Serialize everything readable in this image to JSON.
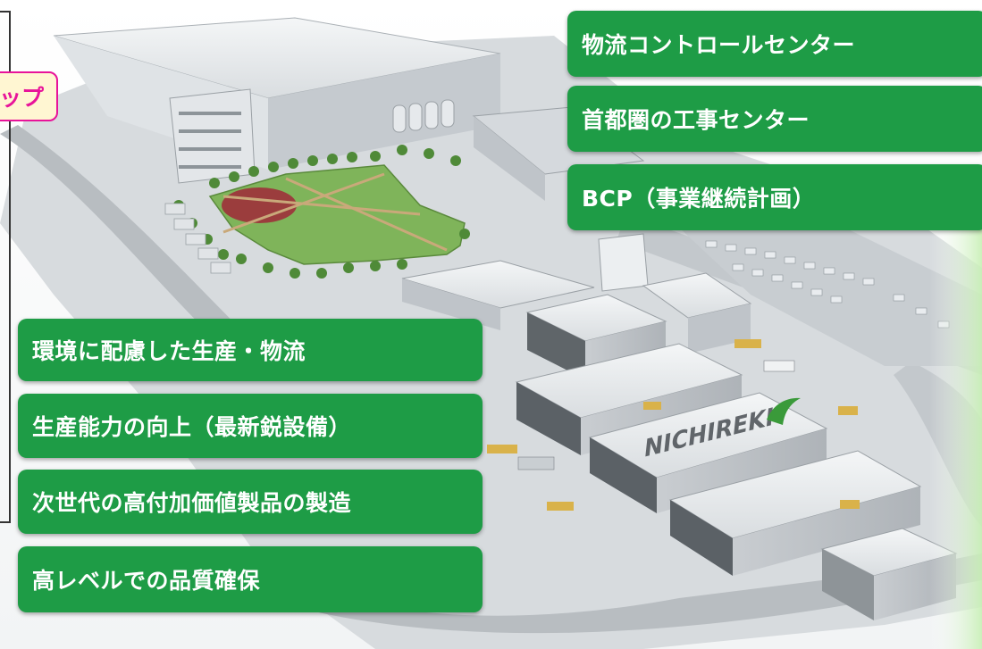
{
  "right_labels": [
    "物流コントロールセンター",
    "首都圏の工事センター",
    "BCP（事業継続計画）"
  ],
  "left_labels": [
    "環境に配慮した生産・物流",
    "生産能力の向上（最新鋭設備）",
    "次世代の高付加価値製品の製造",
    "高レベルでの品質確保"
  ],
  "partial_label": "ップ",
  "logo_text": "NICHIREKI",
  "colors": {
    "label_green": "#1e9c46",
    "pink": "#e8139a",
    "lawn": "#7fb45a",
    "roof": "#e7ebee"
  }
}
